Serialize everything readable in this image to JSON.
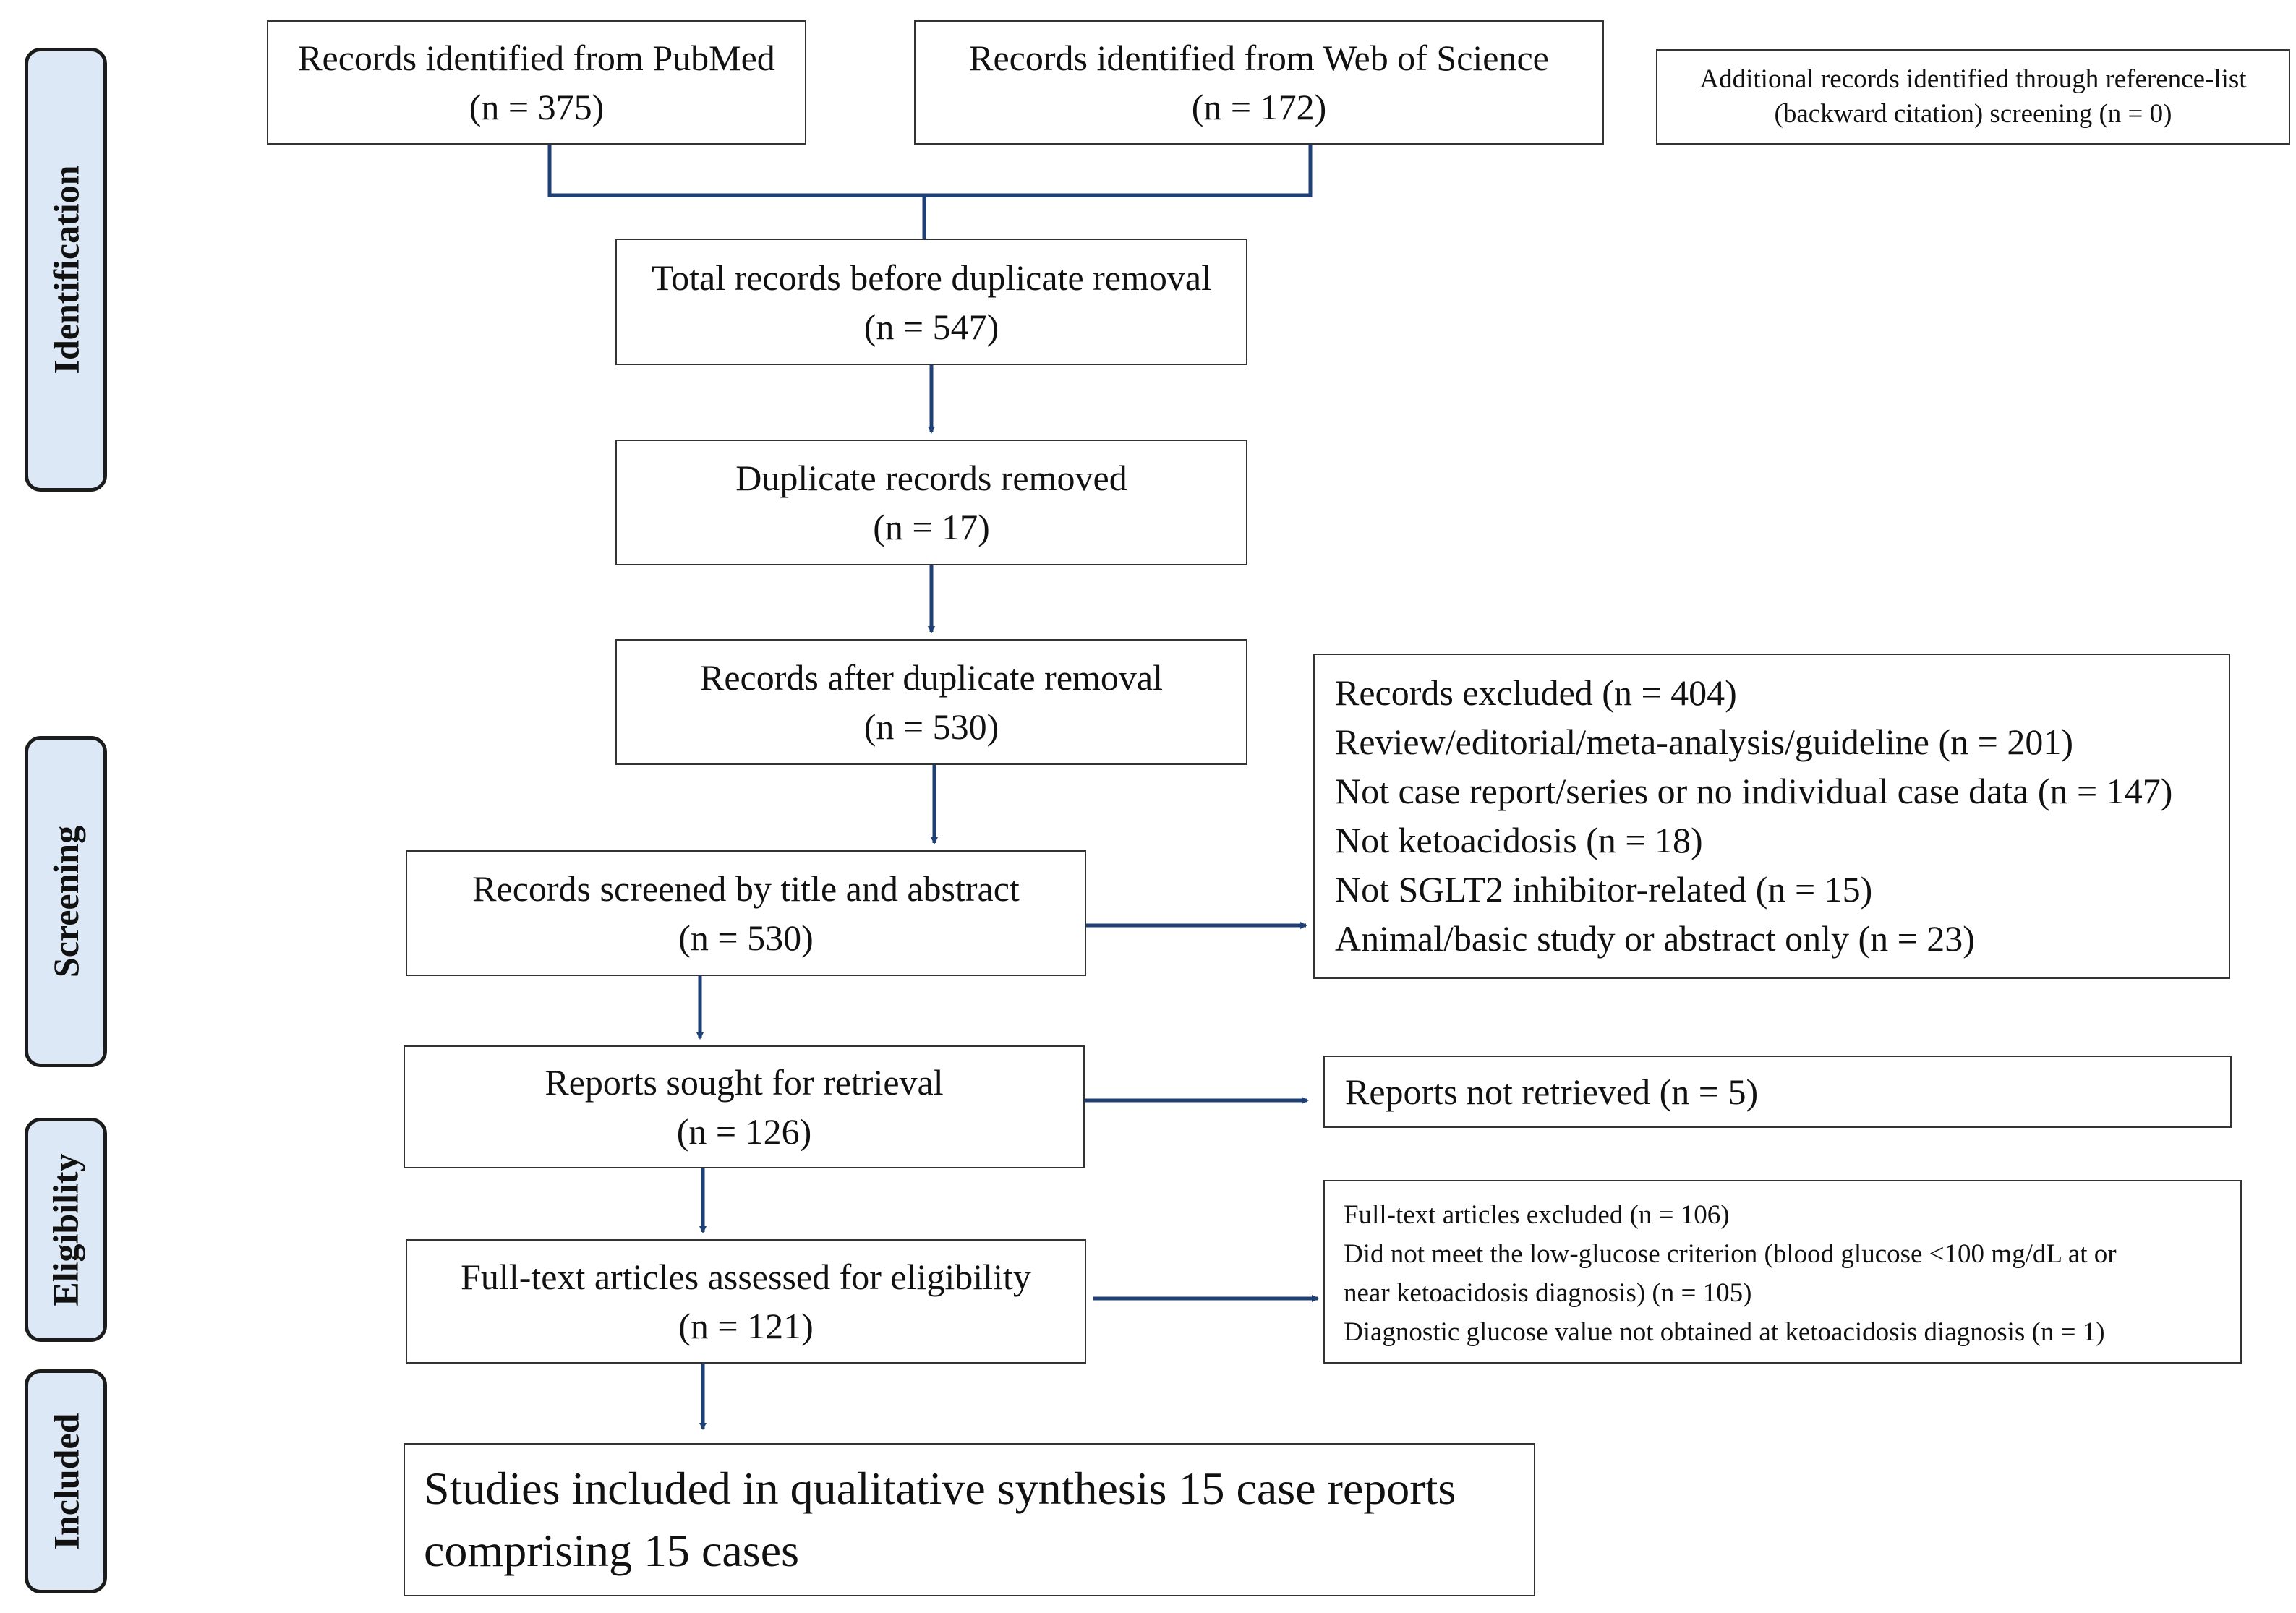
{
  "phases": {
    "identification": "Identification",
    "screening": "Screening",
    "eligibility": "Eligibility",
    "included": "Included"
  },
  "boxes": {
    "pubmed": {
      "label": "Records identified from PubMed",
      "count": "(n = 375)"
    },
    "wos": {
      "label": "Records identified from Web of Science",
      "count": "(n = 172)"
    },
    "additional": {
      "line1": "Additional records identified through reference-list",
      "line2": "(backward citation) screening (n = 0)"
    },
    "total": {
      "label": "Total records before duplicate removal",
      "count": "(n = 547)"
    },
    "duplicates": {
      "label": "Duplicate records removed",
      "count": "(n = 17)"
    },
    "after_dup": {
      "label": "Records after duplicate removal",
      "count": "(n = 530)"
    },
    "screened": {
      "label": "Records screened by title and abstract",
      "count": "(n = 530)"
    },
    "excluded": [
      "Records excluded (n = 404)",
      "Review/editorial/meta-analysis/guideline (n = 201)",
      "Not case report/series or no individual case data (n = 147)",
      "Not ketoacidosis (n = 18)",
      "Not SGLT2 inhibitor-related (n = 15)",
      "Animal/basic study or abstract only (n = 23)"
    ],
    "sought": {
      "label": "Reports sought for retrieval",
      "count": "(n = 126)"
    },
    "not_retrieved": "Reports not retrieved (n = 5)",
    "fulltext": {
      "label": "Full-text articles assessed for eligibility",
      "count": "(n = 121)"
    },
    "ft_excluded": [
      "Full-text articles excluded (n = 106)",
      "Did not meet the low-glucose criterion (blood glucose <100 mg/dL at or",
      "near ketoacidosis diagnosis) (n = 105)",
      "Diagnostic glucose value not obtained at ketoacidosis diagnosis (n = 1)"
    ],
    "included": {
      "line1": "Studies included in qualitative synthesis 15 case reports",
      "line2": "comprising 15 cases"
    }
  },
  "colors": {
    "arrow": "#1f3f77",
    "phase_fill": "#dde8f6",
    "box_border": "#333333"
  }
}
